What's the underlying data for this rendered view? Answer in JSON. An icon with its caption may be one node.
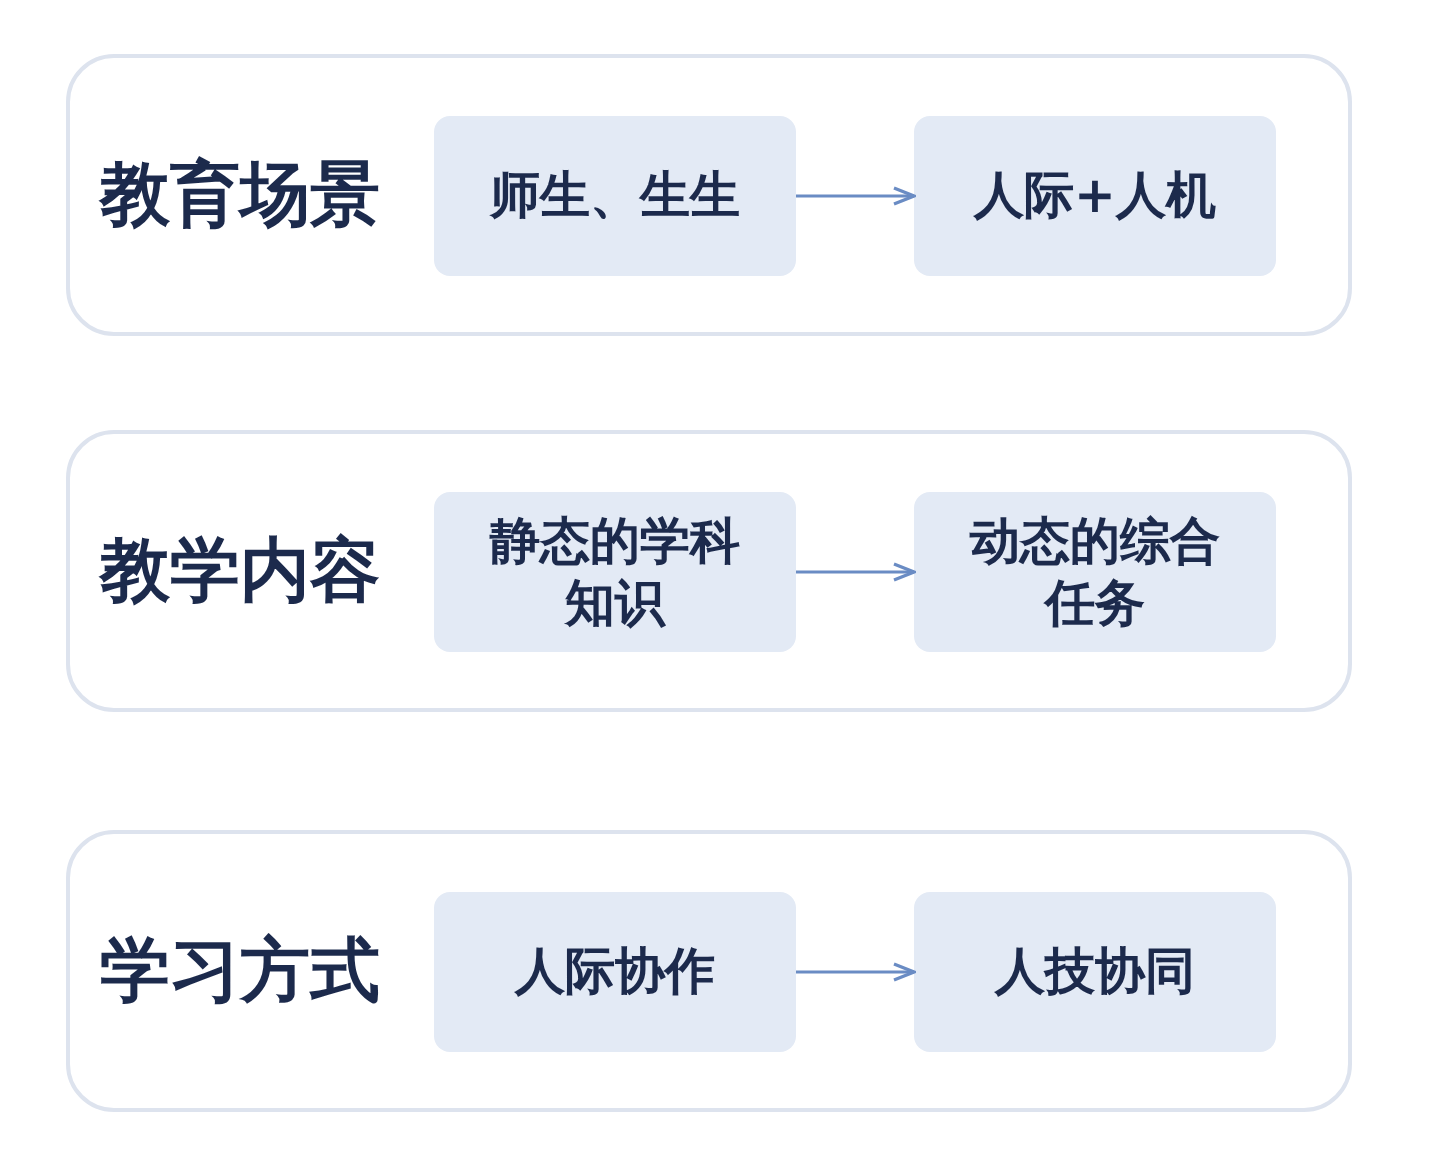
{
  "diagram": {
    "nodes": [
      {
        "text": [
          "教育场景"
        ]
      },
      {
        "text": [
          "师生、生生"
        ],
        "in": 0
      },
      {
        "text": [
          "人际+人机"
        ],
        "in": 0
      },
      {
        "text": [
          "教学内容"
        ]
      },
      {
        "text": [
          "静态的学科知识"
        ],
        "in": 3
      },
      {
        "text": [
          "动态的综合任务"
        ],
        "in": 3
      },
      {
        "text": [
          "学习方式"
        ]
      },
      {
        "text": [
          "人际协作"
        ],
        "in": 6
      },
      {
        "text": [
          "人技协同"
        ],
        "in": 6
      }
    ],
    "edges": [
      {
        "from": 1,
        "to": 2,
        "arrow": "to"
      },
      {
        "from": 4,
        "to": 5,
        "arrow": "to"
      },
      {
        "from": 7,
        "to": 8,
        "arrow": "to"
      }
    ]
  }
}
